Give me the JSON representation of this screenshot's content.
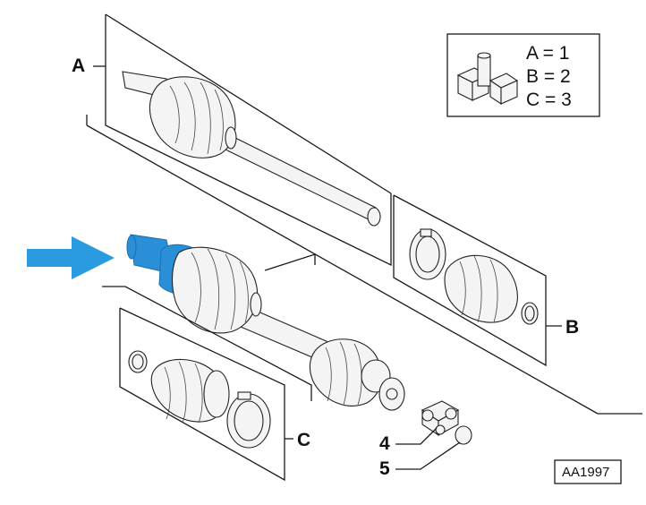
{
  "callouts": {
    "a": "A",
    "b": "B",
    "c": "C",
    "n4": "4",
    "n5": "5"
  },
  "legend": {
    "rows": [
      "A = 1",
      "B = 2",
      "C = 3"
    ]
  },
  "reference_code": "AA1997",
  "colors": {
    "highlight": "#2a8fd6",
    "arrow": "#2b9be0",
    "line": "#1a1a1a"
  }
}
